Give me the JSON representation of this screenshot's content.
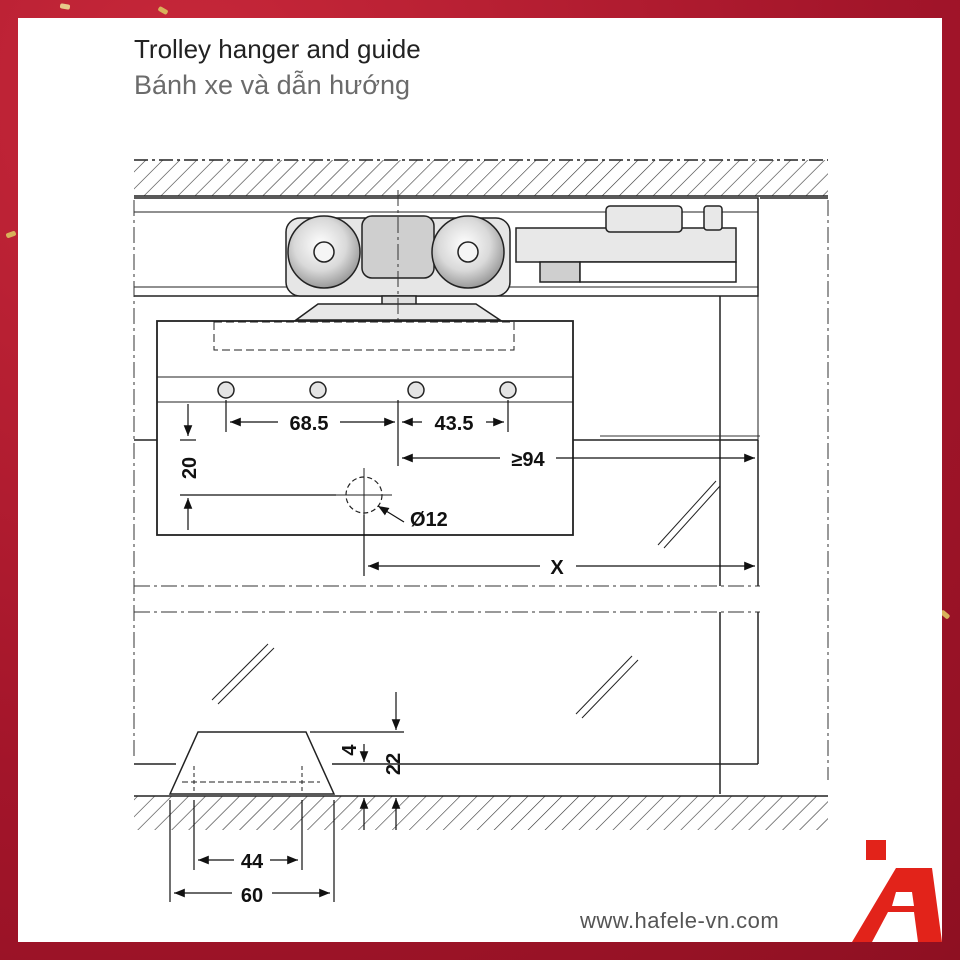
{
  "header": {
    "title": "Trolley hanger and guide",
    "subtitle": "Bánh xe và dẫn hướng"
  },
  "dimensions": {
    "hole_spacing_1": "68.5",
    "hole_spacing_2": "43.5",
    "edge_distance": "≥94",
    "vertical_offset": "20",
    "hole_diameter": "Ø12",
    "door_width": "X",
    "guide_gap": "4",
    "guide_height": "22",
    "guide_inner_width": "44",
    "guide_outer_width": "60"
  },
  "footer": {
    "website": "www.hafele-vn.com"
  },
  "colors": {
    "frame": "#b01a2c",
    "brand_red": "#e2231a",
    "line": "#1a1a1a"
  }
}
